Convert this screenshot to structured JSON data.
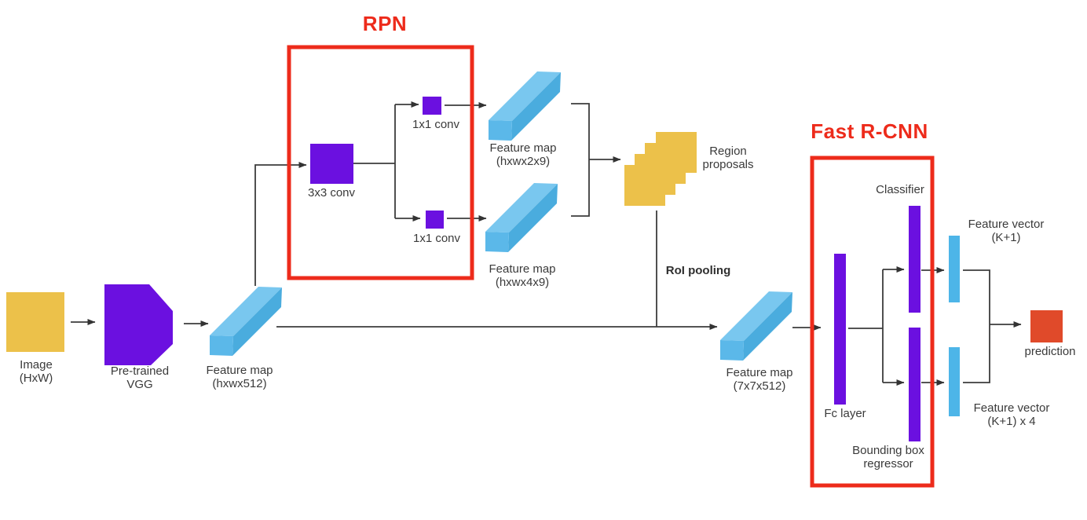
{
  "colors": {
    "yellow": "#ECC14A",
    "purple": "#6B10E0",
    "bar_top": "#79C7EF",
    "bar_side": "#4AACDE",
    "bar_cap": "#5BB8E9",
    "flat_blue": "#4DB5E8",
    "box_red": "#ED2B1B",
    "prediction_red": "#E04A2A",
    "line": "#3C3C3C",
    "text": "#3A3A3A"
  },
  "titles": {
    "rpn": "RPN",
    "fast_rcnn": "Fast R-CNN"
  },
  "nodes": {
    "image": {
      "line1": "Image",
      "line2": "(HxW)"
    },
    "vgg": {
      "line1": "Pre-trained",
      "line2": "VGG"
    },
    "feature_map_backbone": {
      "line1": "Feature map",
      "line2": "(hxwx512)"
    },
    "conv3x3": {
      "line1": "3x3 conv"
    },
    "conv1x1_cls": {
      "line1": "1x1 conv"
    },
    "conv1x1_reg": {
      "line1": "1x1 conv"
    },
    "feature_map_cls": {
      "line1": "Feature map",
      "line2": "(hxwx2x9)"
    },
    "feature_map_reg": {
      "line1": "Feature map",
      "line2": "(hxwx4x9)"
    },
    "region_proposals": {
      "line1": "Region",
      "line2": "proposals"
    },
    "roi_pooling": {
      "line1": "RoI pooling"
    },
    "feature_map_roi": {
      "line1": "Feature map",
      "line2": "(7x7x512)"
    },
    "fc_layer": {
      "line1": "Fc layer"
    },
    "classifier": {
      "line1": "Classifier"
    },
    "bbox_regressor": {
      "line1": "Bounding box",
      "line2": "regressor"
    },
    "feature_vector_cls": {
      "line1": "Feature vector",
      "line2": "(K+1)"
    },
    "feature_vector_reg": {
      "line1": "Feature vector",
      "line2": "(K+1) x 4"
    },
    "prediction": {
      "line1": "prediction"
    }
  }
}
